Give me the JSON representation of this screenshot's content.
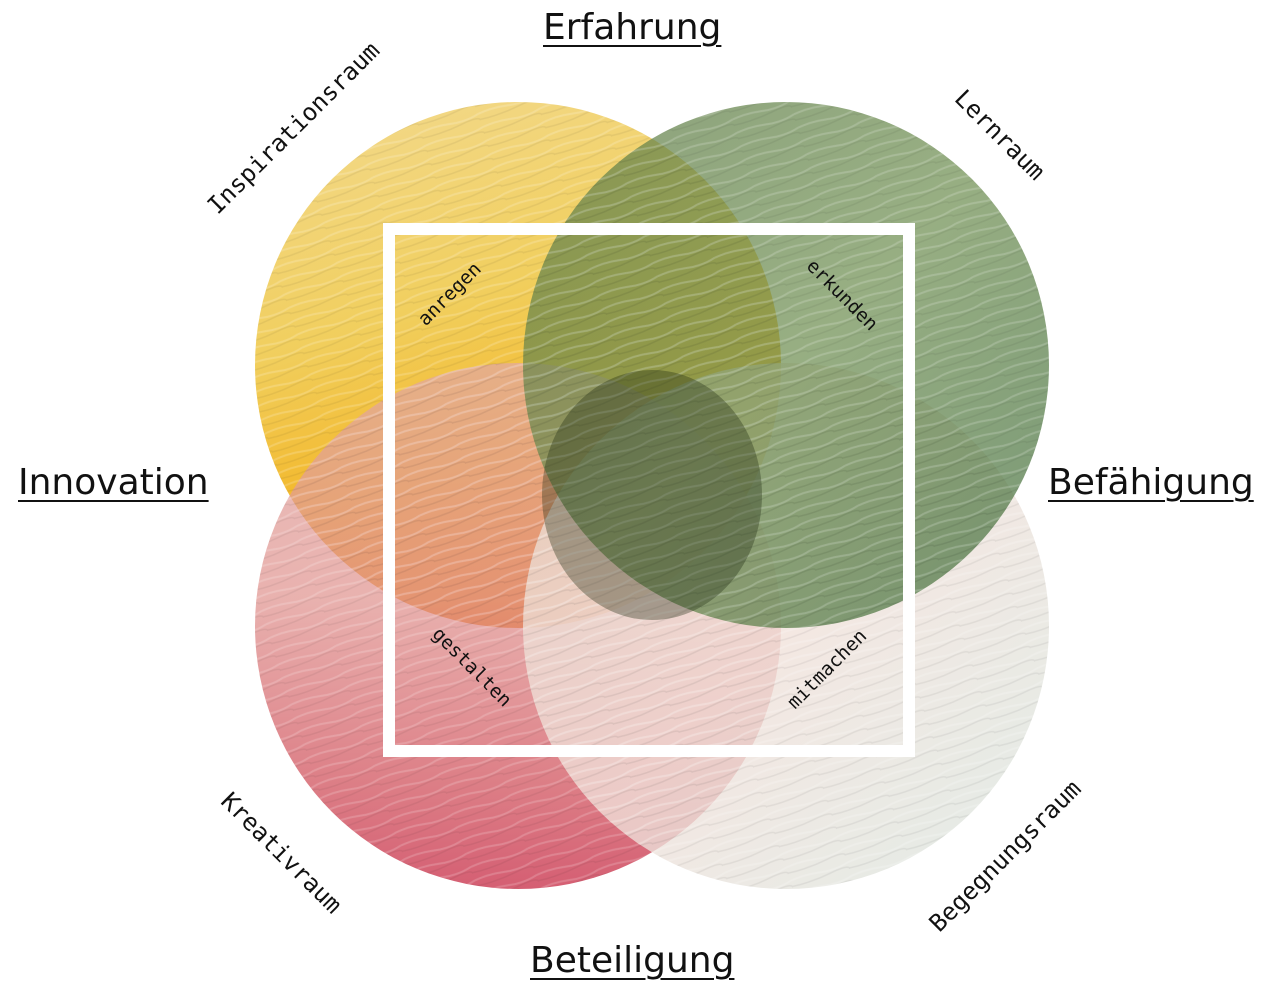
{
  "axes": {
    "top": "Erfahrung",
    "left": "Innovation",
    "right": "Befähigung",
    "bottom": "Beteiligung"
  },
  "spaces": {
    "top_left": "Inspirationsraum",
    "top_right": "Lernraum",
    "bottom_left": "Kreativraum",
    "bottom_right": "Begegnungsraum"
  },
  "activities": {
    "top_left": "anregen",
    "top_right": "erkunden",
    "bottom_left": "gestalten",
    "bottom_right": "mitmachen"
  },
  "colors": {
    "inspiration_circle": "#eec85a",
    "learning_circle": "#4f7d44",
    "creative_circle": "#c73a4a",
    "encounter_circle": "#e3d3c9",
    "frame": "#ffffff",
    "text": "#111111"
  }
}
